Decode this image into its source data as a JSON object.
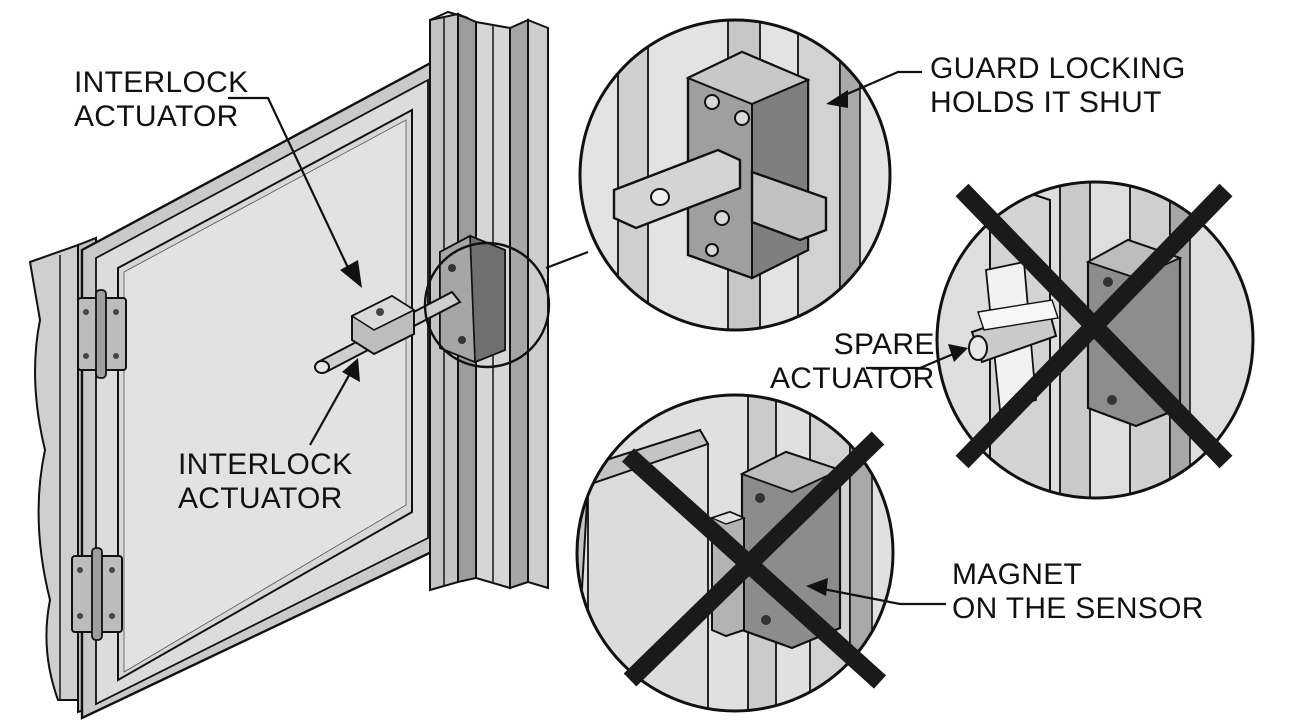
{
  "labels": {
    "interlock_actuator_top": [
      "INTERLOCK",
      "ACTUATOR"
    ],
    "interlock_actuator_bottom": [
      "INTERLOCK",
      "ACTUATOR"
    ],
    "guard_locking": [
      "GUARD LOCKING",
      "HOLDS IT SHUT"
    ],
    "spare_actuator": [
      "SPARE",
      "ACTUATOR"
    ],
    "magnet_on_sensor": [
      "MAGNET",
      "ON THE SENSOR"
    ]
  },
  "panels": {
    "guard_locking_detail": {
      "status": "allowed"
    },
    "spare_actuator_detail": {
      "status": "prohibited",
      "mark": "x-cross"
    },
    "magnet_detail": {
      "status": "prohibited",
      "mark": "x-cross"
    }
  },
  "colors": {
    "metal_light": "#d4d4d4",
    "metal_mid": "#a9a9a9",
    "metal_dark": "#5f5f5f",
    "outline": "#111111",
    "cross": "#1a1a1a",
    "tape": "#efefef"
  }
}
